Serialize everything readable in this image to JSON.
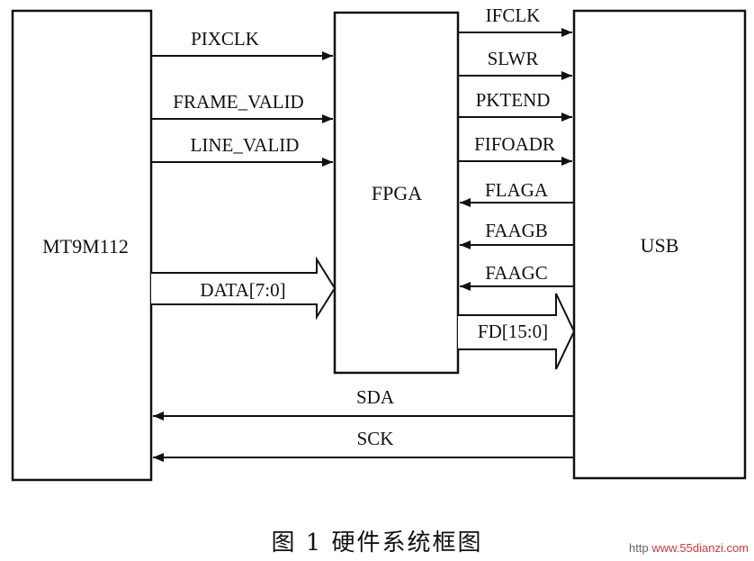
{
  "blocks": {
    "sensor": "MT9M112",
    "fpga": "FPGA",
    "usb": "USB"
  },
  "signals_sensor_to_fpga": [
    "PIXCLK",
    "FRAME_VALID",
    "LINE_VALID"
  ],
  "bus_sensor_to_fpga": "DATA[7:0]",
  "signals_fpga_to_usb": [
    "IFCLK",
    "SLWR",
    "PKTEND",
    "FIFOADR"
  ],
  "signals_usb_to_fpga": [
    "FLAGA",
    "FAAGB",
    "FAAGC"
  ],
  "bus_fpga_to_usb": "FD[15:0]",
  "signals_usb_to_sensor": [
    "SDA",
    "SCK"
  ],
  "caption": "图 1   硬件系统框图",
  "watermark": {
    "prefix": "http",
    "site": "www.55dianzi.com"
  }
}
